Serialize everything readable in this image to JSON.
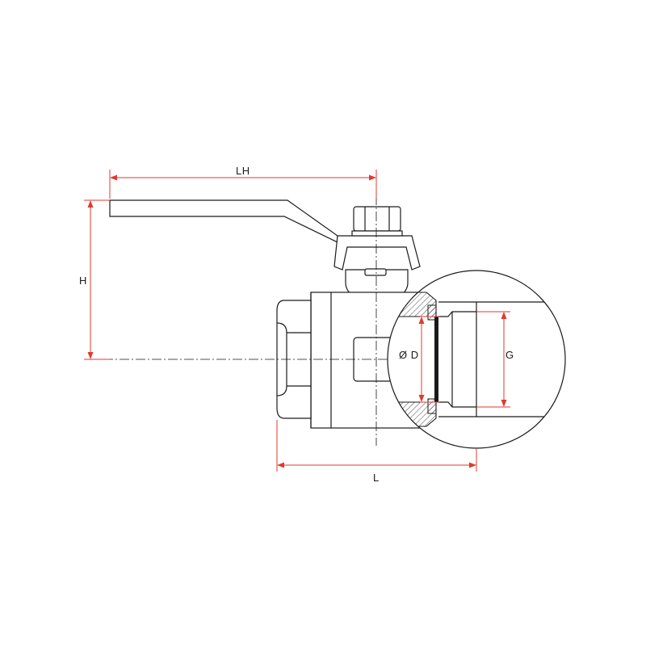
{
  "dimensions": {
    "lh": "LH",
    "h": "H",
    "l": "L",
    "d": "Ø D",
    "g": "G"
  }
}
